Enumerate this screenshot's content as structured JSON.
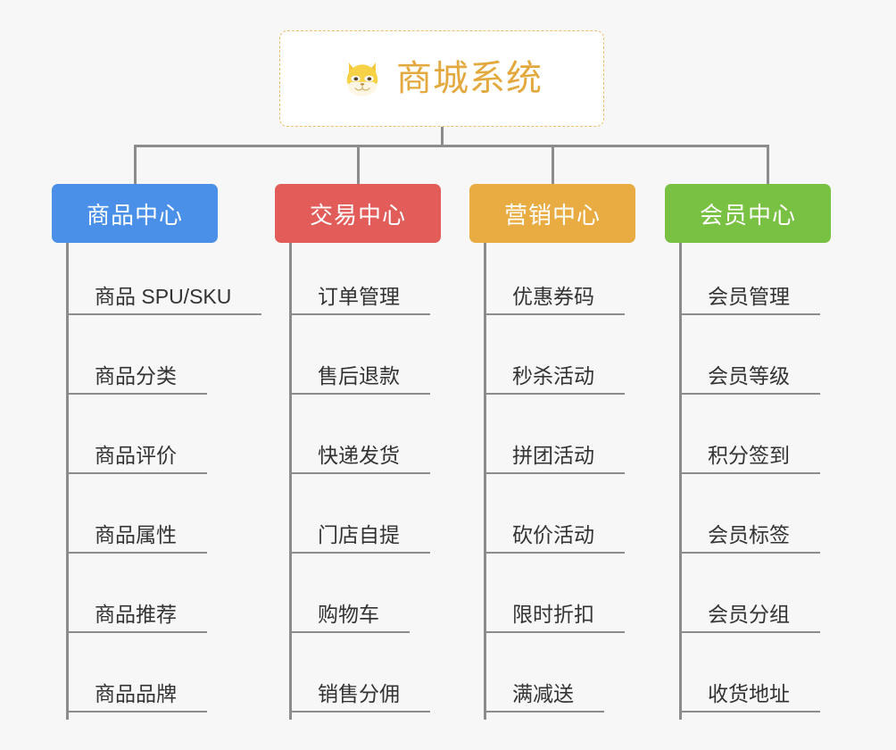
{
  "diagram": {
    "background_color": "#f7f7f7",
    "connector_color": "#8c8c8c",
    "root": {
      "icon": "dog-face-emoji",
      "title": "商城系统",
      "title_color": "#e3a93e",
      "border_color": "#eabf72",
      "background_color": "#ffffff"
    },
    "columns": [
      {
        "id": "product-center",
        "title": "商品中心",
        "color": "#4a90e8",
        "items": [
          "商品 SPU/SKU",
          "商品分类",
          "商品评价",
          "商品属性",
          "商品推荐",
          "商品品牌"
        ]
      },
      {
        "id": "trade-center",
        "title": "交易中心",
        "color": "#e25c59",
        "items": [
          "订单管理",
          "售后退款",
          "快递发货",
          "门店自提",
          "购物车",
          "销售分佣"
        ]
      },
      {
        "id": "marketing-center",
        "title": "营销中心",
        "color": "#e9ac42",
        "items": [
          "优惠券码",
          "秒杀活动",
          "拼团活动",
          "砍价活动",
          "限时折扣",
          "满减送"
        ]
      },
      {
        "id": "member-center",
        "title": "会员中心",
        "color": "#79c142",
        "items": [
          "会员管理",
          "会员等级",
          "积分签到",
          "会员标签",
          "会员分组",
          "收货地址"
        ]
      }
    ]
  }
}
